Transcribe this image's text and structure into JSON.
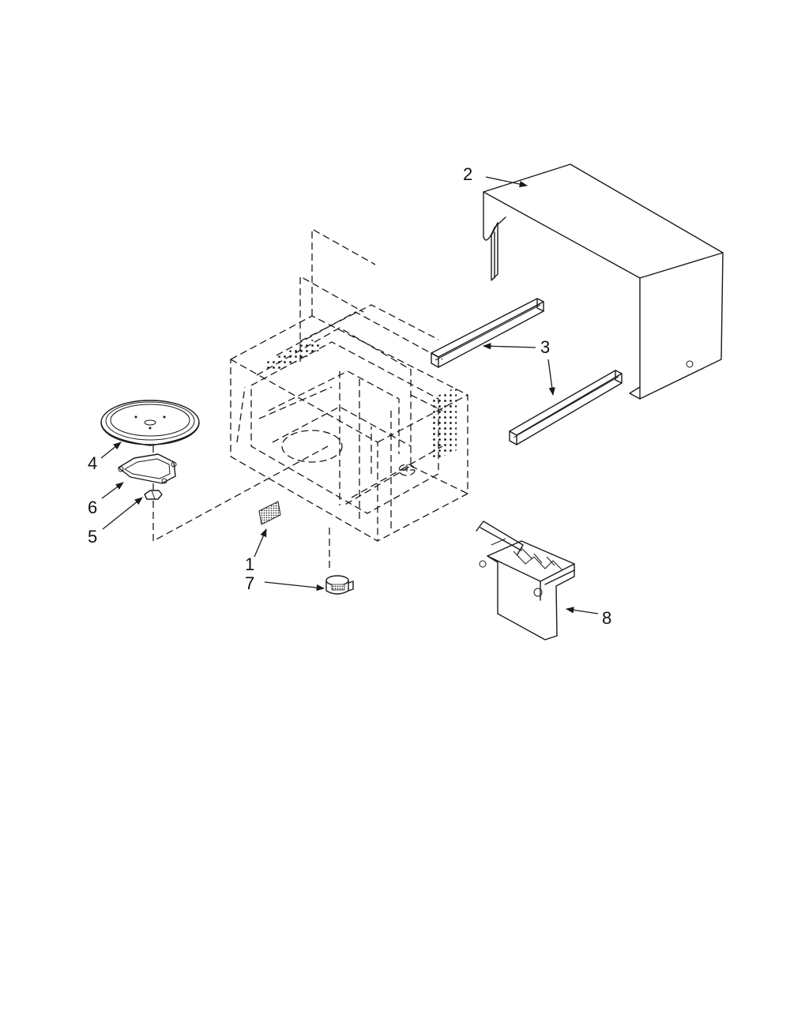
{
  "callouts": {
    "c1": "1",
    "c2": "2",
    "c3a": "3",
    "c3b": "3",
    "c4": "4",
    "c5": "5",
    "c6": "6",
    "c7": "7",
    "c8": "8"
  },
  "colors": {
    "line": "#1a1a1a",
    "background": "#ffffff"
  }
}
